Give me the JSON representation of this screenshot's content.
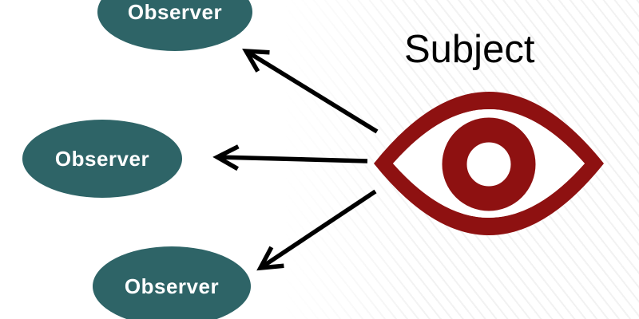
{
  "diagram": {
    "subject": {
      "label": "Subject",
      "icon": "eye-icon"
    },
    "observers": [
      {
        "label": "Observer",
        "position": "top-left"
      },
      {
        "label": "Observer",
        "position": "middle-left"
      },
      {
        "label": "Observer",
        "position": "bottom-left"
      }
    ],
    "arrows": [
      {
        "from": "subject",
        "to": "observer-top"
      },
      {
        "from": "subject",
        "to": "observer-middle"
      },
      {
        "from": "subject",
        "to": "observer-bottom"
      }
    ],
    "colors": {
      "observer_fill": "#2e6467",
      "observer_text": "#ffffff",
      "subject_text": "#000000",
      "eye_red": "#8e1111",
      "arrow": "#000000"
    }
  }
}
